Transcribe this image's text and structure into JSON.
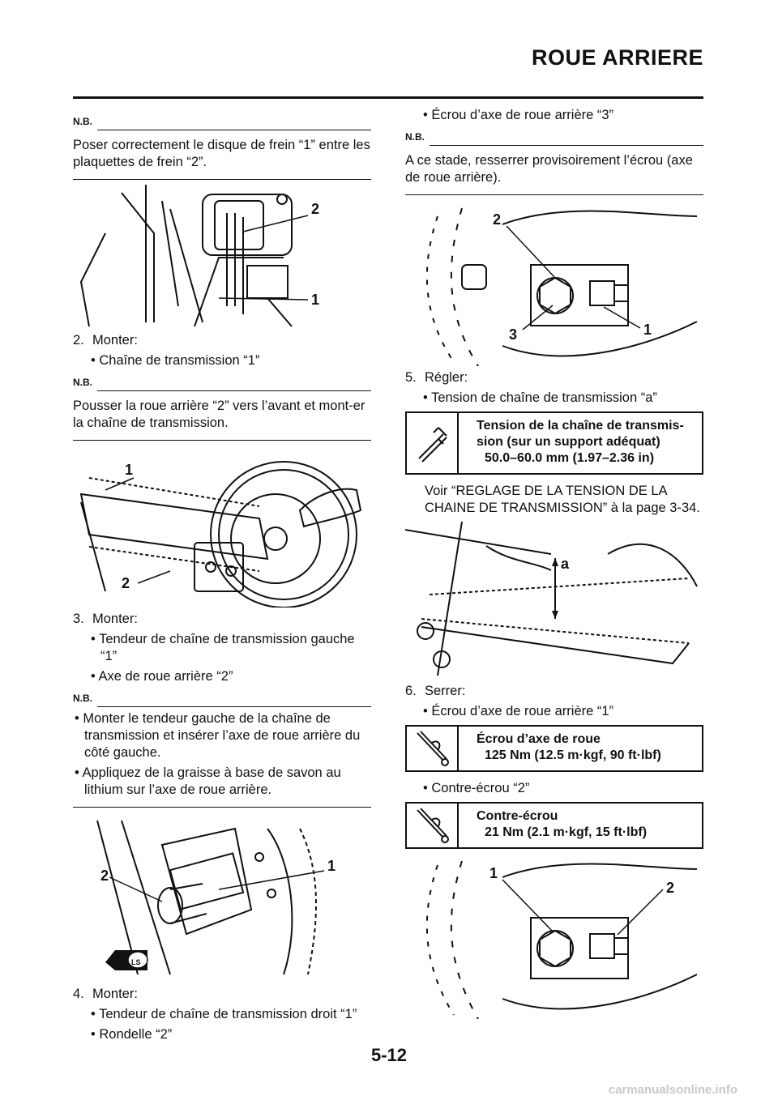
{
  "header": {
    "title": "ROUE ARRIERE"
  },
  "footer": {
    "page_number": "5-12",
    "watermark": "carmanualsonline.info"
  },
  "left": {
    "nb1": {
      "label": "N.B.",
      "text": "Poser correctement le disque de frein “1” entre les plaquettes de frein “2”."
    },
    "fig1": {
      "callouts": [
        "2",
        "1"
      ]
    },
    "step2": {
      "number": "2.",
      "title": "Monter:",
      "bullets": [
        "• Chaîne de transmission “1”"
      ]
    },
    "nb2": {
      "label": "N.B.",
      "text": "Pousser la roue arrière “2” vers l’avant et mont-er la chaîne de transmission."
    },
    "fig2": {
      "callouts": [
        "1",
        "2"
      ]
    },
    "step3": {
      "number": "3.",
      "title": "Monter:",
      "bullets": [
        "• Tendeur de chaîne de transmission gauche “1”",
        "• Axe de roue arrière “2”"
      ]
    },
    "nb3": {
      "label": "N.B.",
      "bullets": [
        "• Monter le tendeur gauche de la chaîne de transmission et insérer l’axe de roue arrière du côté gauche.",
        "• Appliquez de la graisse à base de savon au lithium sur l’axe de roue arrière."
      ]
    },
    "fig3": {
      "callouts": [
        "1",
        "2"
      ],
      "ls_label": "LS"
    },
    "step4": {
      "number": "4.",
      "title": "Monter:",
      "bullets": [
        "• Tendeur de chaîne de transmission droit “1”",
        "• Rondelle “2”"
      ]
    }
  },
  "right": {
    "step4_cont": {
      "bullets": [
        "• Écrou d’axe de roue arrière “3”"
      ]
    },
    "nb4": {
      "label": "N.B.",
      "text": "A ce stade, resserrer provisoirement l’écrou (axe de roue arrière)."
    },
    "fig4": {
      "callouts": [
        "2",
        "3",
        "1"
      ]
    },
    "step5": {
      "number": "5.",
      "title": "Régler:",
      "bullets": [
        "• Tension de chaîne de transmission “a”"
      ]
    },
    "spec1": {
      "icon": "caliper-icon",
      "title_line1": "Tension de la chaîne de transmis-",
      "title_line2": "sion (sur un support adéquat)",
      "value": "50.0–60.0 mm (1.97–2.36 in)"
    },
    "ref_text": "Voir “REGLAGE DE LA TENSION DE LA CHAINE DE TRANSMISSION” à la page 3-34.",
    "fig5": {
      "callouts": [
        "a"
      ]
    },
    "step6": {
      "number": "6.",
      "title": "Serrer:",
      "bullets": [
        "• Écrou d’axe de roue arrière “1”"
      ]
    },
    "spec2": {
      "icon": "torque-wrench-icon",
      "title": "Écrou d’axe de roue",
      "value": "125 Nm (12.5 m·kgf, 90 ft·lbf)"
    },
    "bullet_contre": "• Contre-écrou “2”",
    "spec3": {
      "icon": "torque-wrench-icon",
      "title": "Contre-écrou",
      "value": "21 Nm (2.1 m·kgf, 15 ft·lbf)"
    },
    "fig6": {
      "callouts": [
        "1",
        "2"
      ]
    }
  }
}
